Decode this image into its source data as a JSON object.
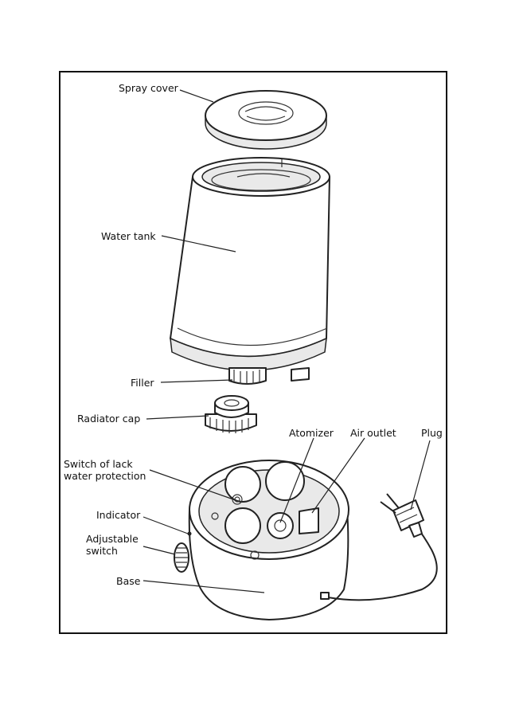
{
  "labels": {
    "spray_cover": "Spray cover",
    "water_tank": "Water tank",
    "filler": "Filler",
    "radiator_cap": "Radiator cap",
    "atomizer": "Atomizer",
    "air_outlet": "Air outlet",
    "plug": "Plug",
    "switch_line1": "Switch of lack",
    "switch_line2": "water protection",
    "indicator": "Indicator",
    "adjustable_line1": "Adjustable",
    "adjustable_line2": "switch",
    "base": "Base"
  },
  "colors": {
    "stroke": "#222222",
    "shade": "#e9e9e9",
    "background": "#ffffff"
  }
}
